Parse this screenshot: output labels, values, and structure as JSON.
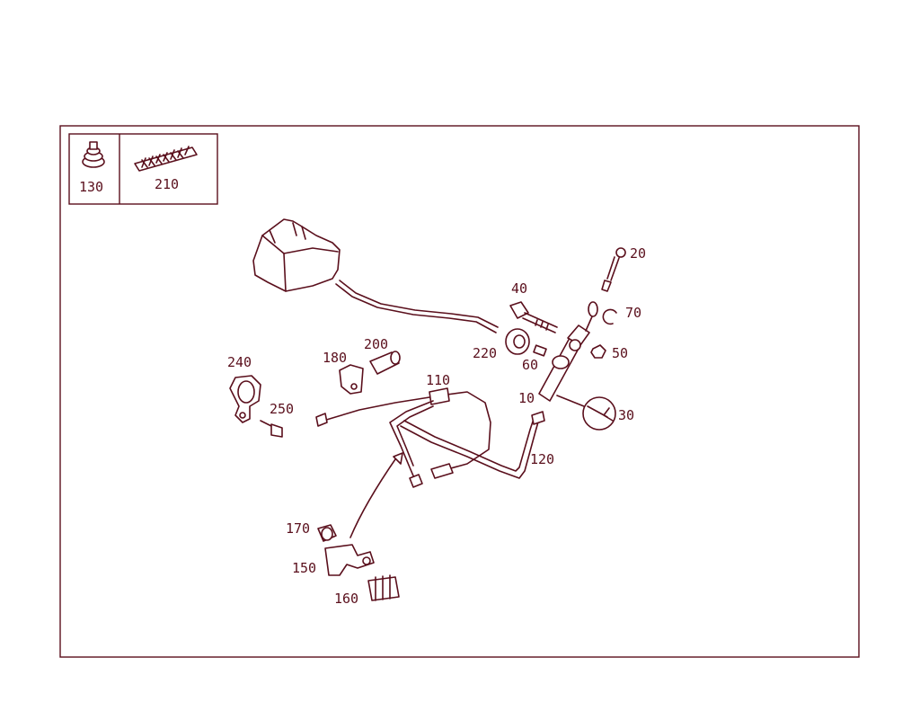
{
  "colors": {
    "ink": "#5a0f1c",
    "background": "#ffffff"
  },
  "legend_box": {
    "items": [
      {
        "label": "130",
        "icon": "rubber-boot-icon"
      },
      {
        "label": "210",
        "icon": "braided-hose-icon"
      }
    ]
  },
  "callouts": {
    "c10": "10",
    "c20": "20",
    "c30": "30",
    "c40": "40",
    "c50": "50",
    "c60": "60",
    "c70": "70",
    "c110": "110",
    "c120": "120",
    "c150": "150",
    "c160": "160",
    "c170": "170",
    "c180": "180",
    "c200": "200",
    "c220": "220",
    "c240": "240",
    "c250": "250"
  }
}
